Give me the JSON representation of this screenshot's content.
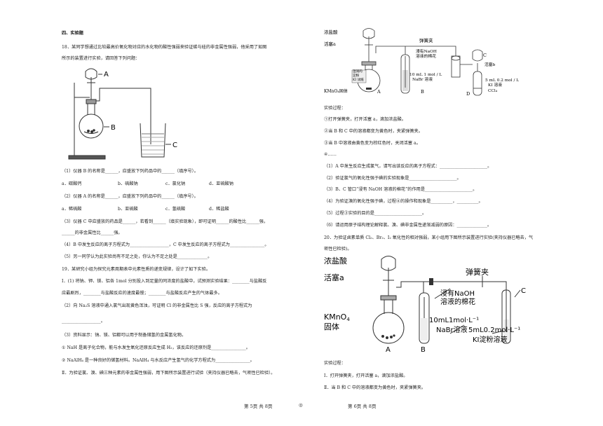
{
  "left": {
    "section_title": "四、实验题",
    "q18": {
      "intro_1": "18．某同学想通过比较最高价氧化物对应的水化物的酸性强弱来验证碳与硅的非金属性强弱，他采用了如图",
      "intro_2": "所示的装置进行实验，请回答下列问题：",
      "fig_labels": {
        "a": "A",
        "b": "B",
        "c": "C"
      },
      "p1": "（1）仪器 B 的名称是______，应盛放下列药品中的______（填序号）。",
      "p1_opts": [
        "a．碳酸钙",
        "b．硫酸钠",
        "c．氯化钠",
        "d．亚硫酸钠"
      ],
      "p2": "（2）仪器 A 的名称是______，应盛放下列药品中的______（填序号）。",
      "p2_opts": [
        "a．稀硫酸",
        "b．亚硫酸",
        "c．氢硫酸",
        "d．稀盐酸"
      ],
      "p3a": "（3）仪器 C 中应盛放的药品是______，若看到______（填实验现象），即可证明______的酸性比______强，",
      "p3b": "______的非金属性比______强。",
      "p4": "（4）B 中发生反应的离子方程式为__________________，C 中发生反应的离子方程式为________________。",
      "p5": "（5）另一同学认为此实验尚有不足之处，你认为不足之处是______________。"
    },
    "q19": {
      "intro": "19．某研究小组为探究元素周期表中元素性质的递变规律，设计了如下实验。",
      "i1": "Ⅰ．(1) 将钠、钾、镁、铝各 1mol 分别投入到足量的同浓度的盐酸中，试预测实验结果：________与盐酸反",
      "i2": "应最剧烈，________与盐酸反应的速度最慢；________与盐酸反应产生的气体最多。",
      "i3": "（2）向 Na₂S 溶液中通入氯气出现黄色浑浊，可证明 Cl 的非金属性比 S 强，反应的离子方程式为",
      "i4": "__________________。",
      "i5": "（3）资料显示：钠、镁、铝都可以用于制备储氢的金属氢化物。",
      "i6": "① NaH 是离子化合物，能与水发生氧化还原反应生成 H₂，该反应的还原剂是________________。",
      "i7": "② NaAlH₄ 是一种良好的储氢材料。NaAlH₄ 与水反应产生氢气的化学方程式为________________。",
      "ii": "Ⅱ．为验证氯、溴、碘三种元素的非金属性强弱，用下图所示装置进行试验（夹持仪器已略去，气密性已检验）。"
    },
    "footer": "第 5页  共 8页"
  },
  "right": {
    "fig1": {
      "nongyansuan": "浓盐酸",
      "huosai_a": "活塞a",
      "tanhuangjia": "弹簧夹",
      "mianhua_1": "浸有NaOH",
      "mianhua_2": "溶液的棉花",
      "shizhi_1": "湿润的",
      "shizhi_2": "淀粉",
      "shizhi_3": "KI 试纸",
      "huosai_b": "活塞b",
      "nabr_1": "10 mL 1 mol / L",
      "nabr_2": "NaBr 溶液",
      "ki_1": "5 mL 0.2 mol / L",
      "ki_2": "KI 溶液",
      "ccl4": "CCl₄",
      "kmno4": "KMnO₄固体",
      "label_a": "A",
      "label_b": "B",
      "label_c": "C",
      "label_d": "D"
    },
    "proc": {
      "title": "实验过程：",
      "s1": "①打开弹簧夹，打开活塞 a，滴加浓盐酸。",
      "s2": "②当 B 和 C 中的溶液都变为黄色时，夹紧弹簧夹。",
      "s3": "③当 B 中溶液由黄色变为棕红色时，关闭活塞 a。",
      "s4": "④……",
      "q1": "（1）A 中发生反应生成氯气，请写出该反应的离子方程式：______________________。",
      "q2": "（2）验证氯气的氧化性强于碘的实验现象是______________________。",
      "q3": "（3）B、C 管口“浸有 NaOH 溶液的棉花”的作用是______________________。",
      "q4": "（4）为验证溴的氧化性强于碘，过程④的操作和现象是__________，__________。",
      "q5": "（5）过程③实验的目的是______________________。",
      "q6": "（6）请运用原子结构理论解释氯、溴、碘非金属性递渐减弱的原因：______________。"
    },
    "q20": {
      "l1": "20．为验证卤素单质 Cl₂、Br₂、I₂ 氧化性的相对强弱，某小组用下图所示装置进行实验(夹持仪器已略去，气",
      "l2": "密性已检验)。"
    },
    "fig2": {
      "nongyansuan": "浓盐酸",
      "huosai_a": "活塞a",
      "tanhuangjia": "弹簧夹",
      "mianhua_1": "浸有NaOH",
      "mianhua_2": "溶液的棉花",
      "kmno4_1": "KMnO",
      "kmno4_sub": "4",
      "kmno4_2": "固体",
      "nabr_1": "10mL1mol·L⁻¹",
      "nabr_2": "NaBr溶液",
      "ki_1": "5mL0.2mol·L⁻¹",
      "ki_2": "KI淀粉溶液",
      "label_a": "A",
      "label_b": "B",
      "label_c": "C"
    },
    "proc2": {
      "title": "实验过程：",
      "s1": "Ⅰ．打开弹簧夹，打开活塞 a，滴加浓盐酸。",
      "s2": "Ⅱ．当 B 和 C 中的溶液都变为黄色时，夹紧弹簧夹。"
    },
    "footer_mark": "◎",
    "footer": "第 6页  共 8页"
  }
}
